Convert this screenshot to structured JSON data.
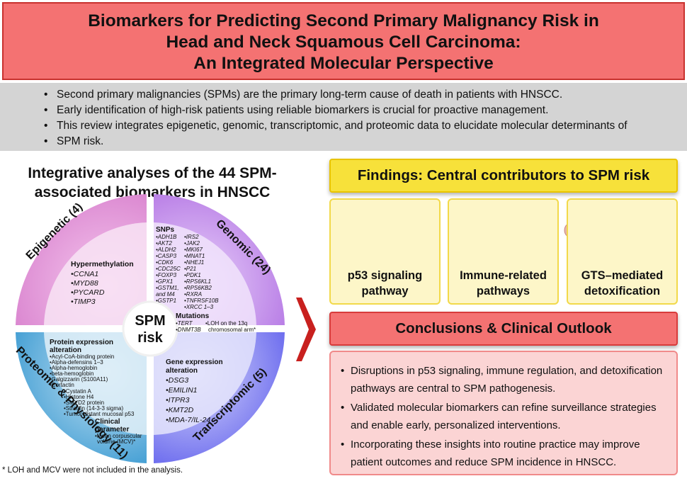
{
  "title": {
    "line1": "Biomarkers for Predicting Second Primary Malignancy Risk in",
    "line2": "Head and Neck Squamous Cell Carcinoma:",
    "line3": "An Integrated Molecular Perspective"
  },
  "intro": [
    "Second primary malignancies (SPMs) are the primary long-term cause of death in patients with HNSCC.",
    "Early identification of high-risk patients using reliable biomarkers is crucial for proactive management.",
    "This review integrates epigenetic, genomic, transcriptomic, and proteomic data to elucidate molecular determinants of",
    "SPM risk."
  ],
  "left_title": {
    "line1": "Integrative analyses of the 44 SPM-",
    "line2": "associated biomarkers in HNSCC"
  },
  "center": {
    "line1": "SPM",
    "line2": "risk"
  },
  "epigenetic": {
    "label": "Epigenetic (4)",
    "heading": "Hypermethylation",
    "items": [
      "•CCNA1",
      "•MYD88",
      "•PYCARD",
      "•TIMP3"
    ]
  },
  "genomic": {
    "label": "Genomic (24)",
    "snps_heading": "SNPs",
    "snps_col1": [
      "•ADH1B",
      "•AKT2",
      "•ALDH2",
      "•CASP3",
      "•CDK6",
      "•CDC25C",
      "•FOXP3",
      "•GPX1",
      "•GSTM1,",
      "  and M4",
      "•GSTP1"
    ],
    "snps_col2": [
      "•IRS2",
      "•JAK2",
      "•MKI67",
      "•MNAT1",
      "•NHEJ1",
      "•P21",
      "•PDK1",
      "•RPS6KL1",
      "•RPS6KB2",
      "•RXRA",
      "•TNFRSF10B",
      "•XRCC 1–3"
    ],
    "mutations_heading": "Mutations",
    "mutations": [
      "•TERT",
      "•DNMT3B"
    ],
    "loh": [
      "•LOH on the 13q",
      "chromosomal arm*"
    ]
  },
  "proteomic": {
    "label": "Proteomic & Physiology (11)",
    "heading1": "Protein expression",
    "heading2": "alteration",
    "items": [
      "•Acyl-CoA-binding protein",
      "•Alpha-defensins 1–3",
      "•Alpha-hemoglobin",
      "•beta-hemoglobin",
      "•Calgizzarin (S100A11)",
      "•Cortactin",
      "•Cystatin A",
      "•Histone H4",
      "•SMYD2 protein",
      "•Stratifin (14-3-3 sigma)",
      "•Tumor-distant mucosal p53"
    ],
    "clinical_heading1": "Clinical",
    "clinical_heading2": "parameter",
    "clinical_items": [
      "•Mean corpuscular",
      "volume (MCV)*"
    ]
  },
  "transcriptomic": {
    "label": "Transcriptomic (5)",
    "heading1": "Gene expression",
    "heading2": "alteration",
    "items": [
      "•DSG3",
      "•EMILIN1",
      "•ITPR3",
      "•KMT2D",
      "•MDA-7/IL-24"
    ]
  },
  "footnote": "* LOH and MCV were not included in the analysis.",
  "findings": {
    "title": "Findings: Central contributors to SPM risk",
    "panels": [
      {
        "line1": "p53 signaling",
        "line2": "pathway",
        "label": "p53"
      },
      {
        "line1": "Immune-related",
        "line2": "pathways"
      },
      {
        "line1": "GTS–mediated",
        "line2": "detoxification"
      }
    ]
  },
  "conclusions": {
    "title": "Conclusions & Clinical Outlook",
    "items": [
      "Disruptions in p53 signaling, immune regulation, and detoxification pathways are central to SPM pathogenesis.",
      "Validated molecular biomarkers can refine surveillance strategies and enable early, personalized interventions.",
      "Incorporating these insights into routine practice may improve patient outcomes and reduce SPM incidence in HNSCC."
    ]
  },
  "colors": {
    "title_bg": "#f47272",
    "epigenetic": "#e28fd8",
    "genomic": "#bf7de8",
    "proteomic": "#3fa3d6",
    "transcriptomic": "#6d6df0",
    "findings_bar": "#f7e13a",
    "conclusions_bar": "#f47272",
    "chevron": "#c8201e"
  }
}
